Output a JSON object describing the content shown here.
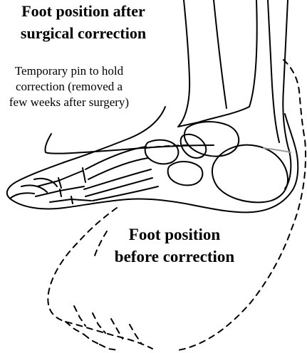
{
  "labels": {
    "after_title": [
      "Foot position after",
      "surgical correction"
    ],
    "pin_note": [
      "Temporary pin to hold",
      "correction (removed a",
      "few weeks after surgery)"
    ],
    "before_title": [
      "Foot position",
      "before correction"
    ]
  },
  "colors": {
    "outline": "#000000",
    "pin": "#9a9a9a",
    "background": "#ffffff"
  }
}
